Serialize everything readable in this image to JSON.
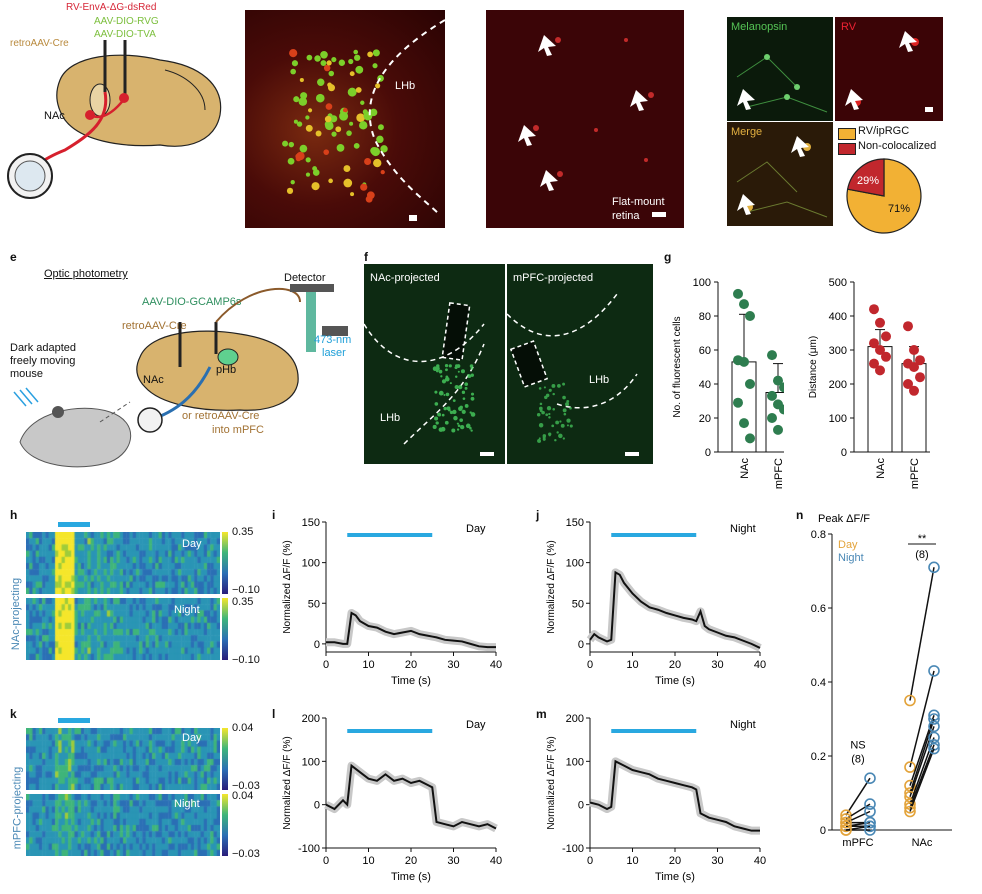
{
  "figure": {
    "panel_letters": [
      "e",
      "f",
      "g",
      "h",
      "i",
      "j",
      "k",
      "l",
      "m",
      "n"
    ],
    "top": {
      "schematic_labels": {
        "rv": "RV-EnvA-ΔG-dsRed",
        "rvg": "AAV-DIO-RVG",
        "tva": "AAV-DIO-TVA",
        "retro": "retroAAV-Cre",
        "nac": "NAc"
      },
      "lhb_label": "LHb",
      "retina_label_1": "Flat-mount",
      "retina_label_2": "retina",
      "melanopsin": "Melanopsin",
      "rv": "RV",
      "merge": "Merge",
      "legend": [
        "RV/ipRGC",
        "Non-colocalized"
      ],
      "pie_labels": [
        "29%",
        "71%"
      ],
      "colors": {
        "rv_iprgc": "#f2b134",
        "noncoloc": "#c1272d"
      }
    },
    "e": {
      "title": "Optic photometry",
      "gcamp": "AAV-DIO-GCAMP6s",
      "retro": "retroAAV-Cre",
      "mouse_1": "Dark adapted",
      "mouse_2": "freely moving",
      "mouse_3": "mouse",
      "nac": "NAc",
      "ph": "pHb",
      "or_1": "or retroAAV-Cre",
      "or_2": "into mPFC",
      "detector": "Detector",
      "laser_1": "473-nm",
      "laser_2": "laser"
    },
    "f": {
      "left": "NAc-projected",
      "right": "mPFC-projected",
      "lhb": "LHb"
    },
    "h": {
      "ylabel": "NAc-projecting",
      "day": "Day",
      "night": "Night",
      "cb": [
        "0.35",
        "−0.10",
        "0.35",
        "−0.10"
      ]
    },
    "k": {
      "ylabel": "mPFC-projecting",
      "day": "Day",
      "night": "Night",
      "cb": [
        "0.04",
        "−0.03",
        "0.04",
        "−0.03"
      ]
    },
    "n_title": "Peak ΔF/F",
    "n_legend": [
      "Day",
      "Night"
    ],
    "n_annot": {
      "sig": "**",
      "sig_n": "(8)",
      "ns": "NS",
      "ns_n": "(8)"
    }
  },
  "chart_data": [
    {
      "id": "g-left",
      "type": "bar",
      "categories": [
        "NAc",
        "mPFC"
      ],
      "values": [
        53,
        35
      ],
      "errors": [
        28,
        17
      ],
      "points": [
        [
          93,
          87,
          80,
          54,
          53,
          40,
          29,
          17,
          8
        ],
        [
          57,
          42,
          38,
          33,
          28,
          25,
          20,
          13
        ]
      ],
      "ylabel": "No. of fluorescent cells",
      "ylim": [
        0,
        100
      ],
      "yticks": [
        0,
        20,
        40,
        60,
        80,
        100
      ],
      "color": "#2e7d4f"
    },
    {
      "id": "g-right",
      "type": "bar",
      "categories": [
        "NAc",
        "mPFC"
      ],
      "values": [
        310,
        260
      ],
      "errors": [
        50,
        50
      ],
      "points": [
        [
          420,
          380,
          340,
          320,
          300,
          280,
          260,
          240
        ],
        [
          370,
          300,
          270,
          260,
          250,
          220,
          200,
          180
        ]
      ],
      "ylabel": "Distance (μm)",
      "ylim": [
        0,
        500
      ],
      "yticks": [
        0,
        100,
        200,
        300,
        400,
        500
      ],
      "color": "#c1272d"
    },
    {
      "id": "i",
      "type": "line",
      "label": "Day",
      "xlabel": "Time (s)",
      "ylabel": "Normalized ΔF/F (%)",
      "xlim": [
        0,
        40
      ],
      "ylim": [
        -10,
        150
      ],
      "xticks": [
        0,
        10,
        20,
        30,
        40
      ],
      "yticks": [
        0,
        50,
        100,
        150
      ],
      "stim": [
        5,
        25
      ],
      "x": [
        0,
        2,
        4,
        5,
        6,
        7,
        8,
        10,
        12,
        14,
        16,
        18,
        20,
        22,
        24,
        25,
        26,
        28,
        30,
        32,
        34,
        36,
        38,
        40
      ],
      "y": [
        2,
        2,
        0,
        0,
        38,
        35,
        28,
        22,
        20,
        15,
        12,
        14,
        16,
        12,
        10,
        9,
        8,
        5,
        4,
        3,
        0,
        -3,
        -4,
        -4
      ]
    },
    {
      "id": "j",
      "type": "line",
      "label": "Night",
      "xlabel": "Time (s)",
      "ylabel": "Normalized ΔF/F (%)",
      "xlim": [
        0,
        40
      ],
      "ylim": [
        -10,
        150
      ],
      "xticks": [
        0,
        10,
        20,
        30,
        40
      ],
      "yticks": [
        0,
        50,
        100,
        150
      ],
      "stim": [
        5,
        25
      ],
      "x": [
        0,
        1,
        2,
        4,
        5,
        6,
        7,
        8,
        10,
        12,
        14,
        16,
        18,
        20,
        22,
        24,
        25,
        26,
        27,
        28,
        30,
        32,
        34,
        36,
        38,
        40
      ],
      "y": [
        5,
        12,
        8,
        3,
        5,
        88,
        85,
        75,
        62,
        52,
        45,
        42,
        38,
        35,
        32,
        30,
        28,
        40,
        22,
        18,
        14,
        10,
        8,
        4,
        0,
        -5
      ]
    },
    {
      "id": "l",
      "type": "line",
      "label": "Day",
      "xlabel": "Time (s)",
      "ylabel": "Normalized ΔF/F (%)",
      "xlim": [
        0,
        40
      ],
      "ylim": [
        -100,
        200
      ],
      "xticks": [
        0,
        10,
        20,
        30,
        40
      ],
      "yticks": [
        -100,
        0,
        100,
        200
      ],
      "stim": [
        5,
        25
      ],
      "x": [
        0,
        2,
        4,
        5,
        6,
        8,
        10,
        12,
        14,
        16,
        18,
        20,
        22,
        24,
        25,
        26,
        28,
        30,
        32,
        34,
        36,
        38,
        40
      ],
      "y": [
        0,
        -10,
        10,
        0,
        90,
        75,
        60,
        55,
        70,
        55,
        60,
        50,
        55,
        45,
        40,
        -40,
        -45,
        -50,
        -40,
        -45,
        -50,
        -45,
        -55
      ]
    },
    {
      "id": "m",
      "type": "line",
      "label": "Night",
      "xlabel": "Time (s)",
      "ylabel": "Normalized ΔF/F (%)",
      "xlim": [
        0,
        40
      ],
      "ylim": [
        -100,
        200
      ],
      "xticks": [
        0,
        10,
        20,
        30,
        40
      ],
      "yticks": [
        -100,
        0,
        100,
        200
      ],
      "stim": [
        5,
        25
      ],
      "x": [
        0,
        2,
        4,
        5,
        6,
        8,
        10,
        12,
        14,
        16,
        18,
        20,
        22,
        24,
        25,
        26,
        28,
        30,
        32,
        34,
        36,
        38,
        40
      ],
      "y": [
        5,
        0,
        -10,
        -5,
        100,
        90,
        80,
        75,
        70,
        60,
        55,
        50,
        45,
        40,
        35,
        -20,
        -30,
        -35,
        -40,
        -50,
        -55,
        -60,
        -60
      ]
    },
    {
      "id": "n",
      "type": "scatter",
      "categories": [
        "mPFC",
        "NAc"
      ],
      "ylim": [
        0,
        0.8
      ],
      "yticks": [
        0,
        0.2,
        0.4,
        0.6,
        0.8
      ],
      "day_color": "#e3a33a",
      "night_color": "#4a88b5",
      "pairs_mPFC": [
        [
          0.04,
          0.14
        ],
        [
          0.03,
          0.07
        ],
        [
          0.02,
          0.05
        ],
        [
          0.02,
          0.02
        ],
        [
          0.01,
          0.02
        ],
        [
          0.01,
          0.01
        ],
        [
          0.0,
          0.01
        ],
        [
          0.0,
          0.0
        ]
      ],
      "pairs_NAc": [
        [
          0.35,
          0.71
        ],
        [
          0.17,
          0.43
        ],
        [
          0.12,
          0.31
        ],
        [
          0.1,
          0.3
        ],
        [
          0.09,
          0.28
        ],
        [
          0.07,
          0.25
        ],
        [
          0.06,
          0.23
        ],
        [
          0.05,
          0.22
        ]
      ]
    }
  ]
}
